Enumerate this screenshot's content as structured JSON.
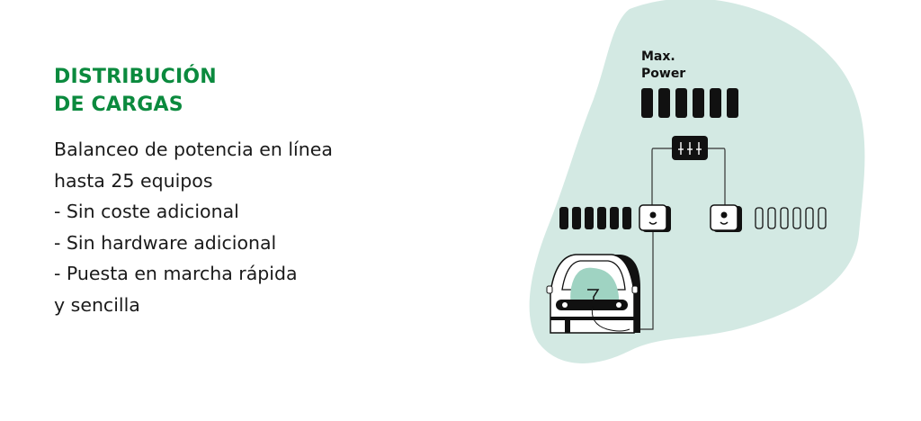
{
  "heading": {
    "line1": "DISTRIBUCIÓN",
    "line2": "DE CARGAS"
  },
  "body_lines": [
    "Balanceo de potencia en línea",
    "hasta 25 equipos",
    "- Sin coste adicional",
    "- Sin hardware adicional",
    "- Puesta en marcha rápida",
    "y sencilla"
  ],
  "diagram": {
    "max_label_line1": "Max.",
    "max_label_line2": "Power",
    "colors": {
      "accent": "#0b8a3e",
      "blob": "#d3e9e3",
      "car_fill": "#9fd3c2",
      "ink": "#111111"
    }
  }
}
